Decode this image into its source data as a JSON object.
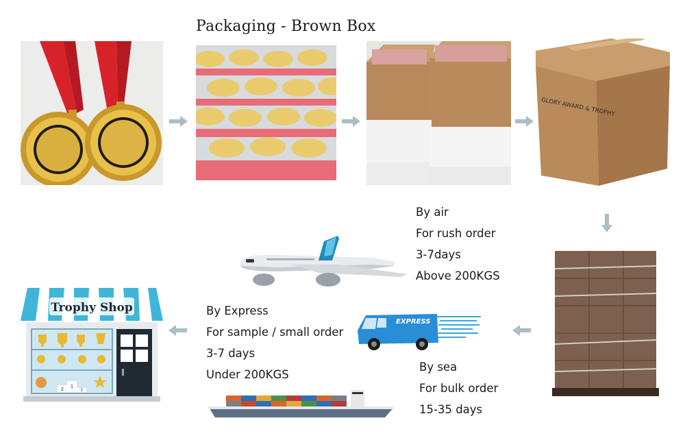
{
  "title": "Packaging - Brown Box",
  "box_print": "GLORY AWARD & TROPHY",
  "van_print": "EXPRESS",
  "shop_sign": "Trophy Shop",
  "colors": {
    "arrow": "#a9bec7",
    "ribbon": "#d8222a",
    "gold": "#e0b53a",
    "cardboard": "#b8895a",
    "awning_blue": "#3fb6d8",
    "van_blue": "#2a8ed6",
    "plane_tail": "#1f8bb8"
  },
  "air": {
    "lines": [
      "By air",
      "For rush order",
      "3-7days",
      "Above 200KGS"
    ]
  },
  "express": {
    "lines": [
      "By Express",
      "For sample / small order",
      "3-7 days",
      "Under 200KGS"
    ]
  },
  "sea": {
    "lines": [
      "By sea",
      "For bulk order",
      "15-35 days"
    ]
  },
  "podium": {
    "second": "2",
    "first": "1",
    "third": "3"
  },
  "icons": [
    "arrow-right-icon",
    "arrow-down-icon",
    "arrow-left-icon",
    "airplane-icon",
    "express-van-icon",
    "cargo-ship-icon",
    "trophy-shop-icon"
  ]
}
